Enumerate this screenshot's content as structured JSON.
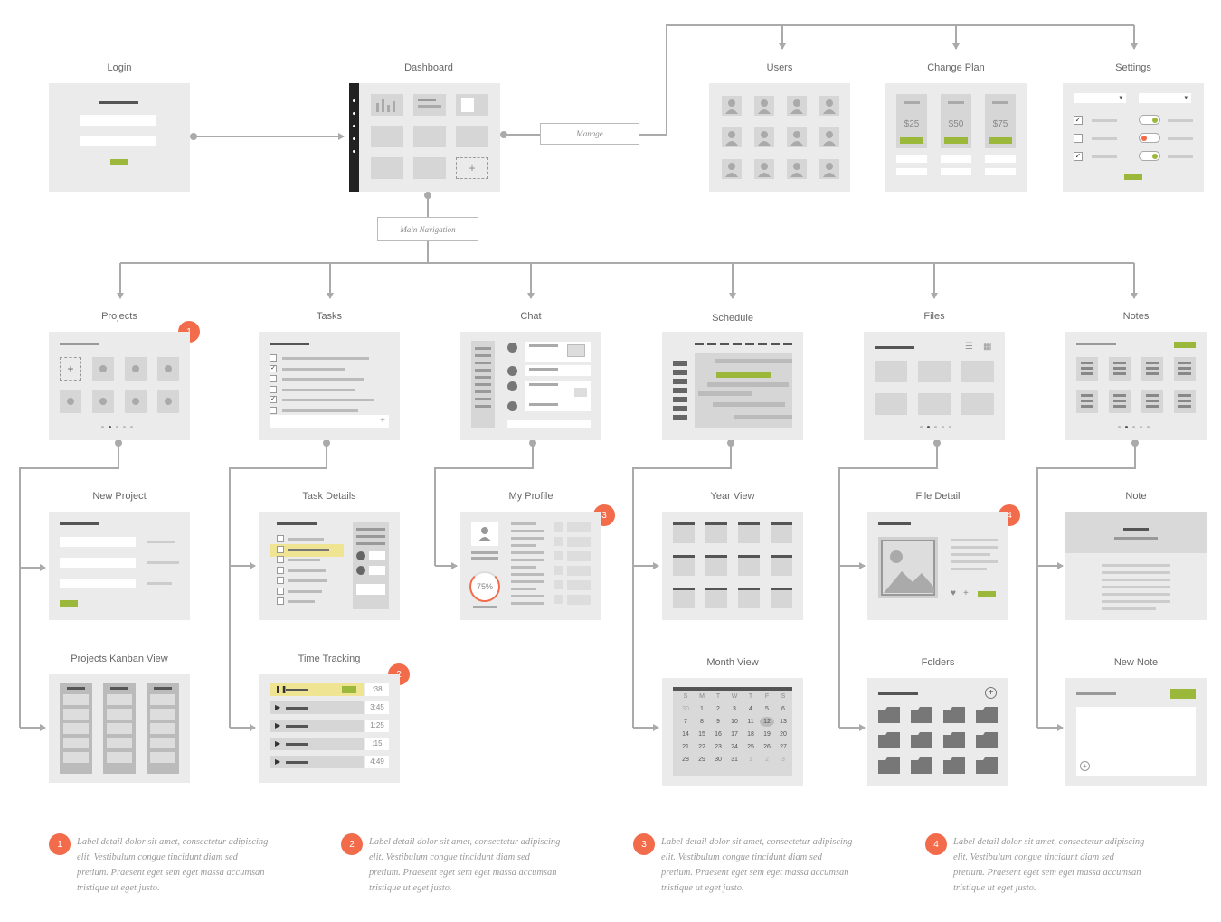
{
  "colors": {
    "accent_green": "#9cb83b",
    "badge": "#f26b4a",
    "screen_bg": "#ebebeb",
    "connector": "#aaaaaa"
  },
  "connectors": {
    "manage": "Manage",
    "main_navigation": "Main Navigation"
  },
  "screens": {
    "login": "Login",
    "dashboard": "Dashboard",
    "users": "Users",
    "change_plan": "Change Plan",
    "settings": "Settings",
    "projects": "Projects",
    "tasks": "Tasks",
    "chat": "Chat",
    "schedule": "Schedule",
    "files": "Files",
    "notes": "Notes",
    "new_project": "New Project",
    "task_details": "Task Details",
    "my_profile": "My Profile",
    "year_view": "Year View",
    "file_detail": "File Detail",
    "note": "Note",
    "projects_kanban": "Projects Kanban View",
    "time_tracking": "Time Tracking",
    "month_view": "Month View",
    "folders": "Folders",
    "new_note": "New Note"
  },
  "plans": [
    "$25",
    "$50",
    "$75"
  ],
  "time_entries": [
    ":38",
    "3:45",
    "1:25",
    ":15",
    "4:49"
  ],
  "profile_progress": "75%",
  "calendar": {
    "weekdays": [
      "S",
      "M",
      "T",
      "W",
      "T",
      "F",
      "S"
    ],
    "rows": [
      [
        "30",
        "1",
        "2",
        "3",
        "4",
        "5",
        "6"
      ],
      [
        "7",
        "8",
        "9",
        "10",
        "11",
        "12",
        "13"
      ],
      [
        "14",
        "15",
        "16",
        "17",
        "18",
        "19",
        "20"
      ],
      [
        "21",
        "22",
        "23",
        "24",
        "25",
        "26",
        "27"
      ],
      [
        "28",
        "29",
        "30",
        "31",
        "1",
        "2",
        "3"
      ]
    ]
  },
  "badges": [
    "1",
    "2",
    "3",
    "4"
  ],
  "notes": [
    {
      "num": "1",
      "text": "Label detail dolor sit amet, consectetur adipiscing elit. Vestibulum congue tincidunt diam sed pretium. Praesent eget sem eget massa accumsan tristique ut eget justo."
    },
    {
      "num": "2",
      "text": "Label detail dolor sit amet, consectetur adipiscing elit. Vestibulum congue tincidunt diam sed pretium. Praesent eget sem eget massa accumsan tristique ut eget justo."
    },
    {
      "num": "3",
      "text": "Label detail dolor sit amet, consectetur adipiscing elit. Vestibulum congue tincidunt diam sed pretium. Praesent eget sem eget massa accumsan tristique ut eget justo."
    },
    {
      "num": "4",
      "text": "Label detail dolor sit amet, consectetur adipiscing elit. Vestibulum congue tincidunt diam sed pretium. Praesent eget sem eget massa accumsan tristique ut eget justo."
    }
  ]
}
